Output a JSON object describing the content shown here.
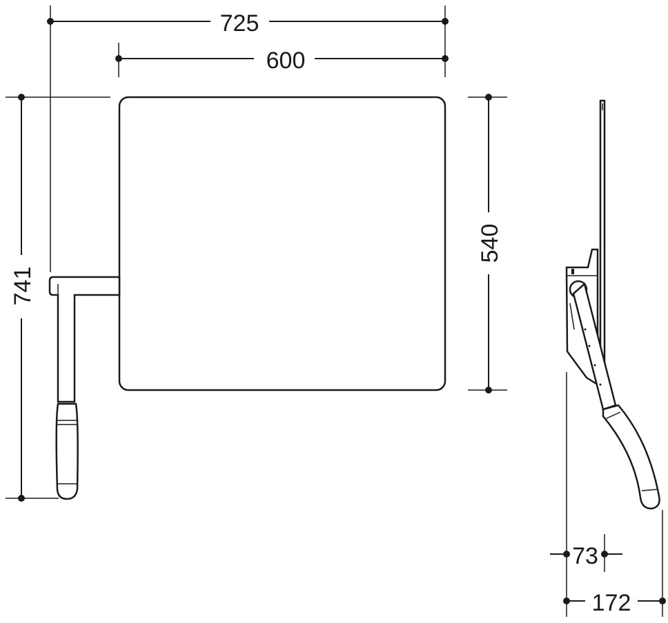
{
  "dimensions": {
    "overall_width": "725",
    "panel_width": "600",
    "overall_height": "741",
    "panel_height": "540",
    "wall_projection_small": "73",
    "wall_projection_total": "172"
  },
  "colors": {
    "line": "#1a1a1a",
    "background": "#ffffff"
  }
}
